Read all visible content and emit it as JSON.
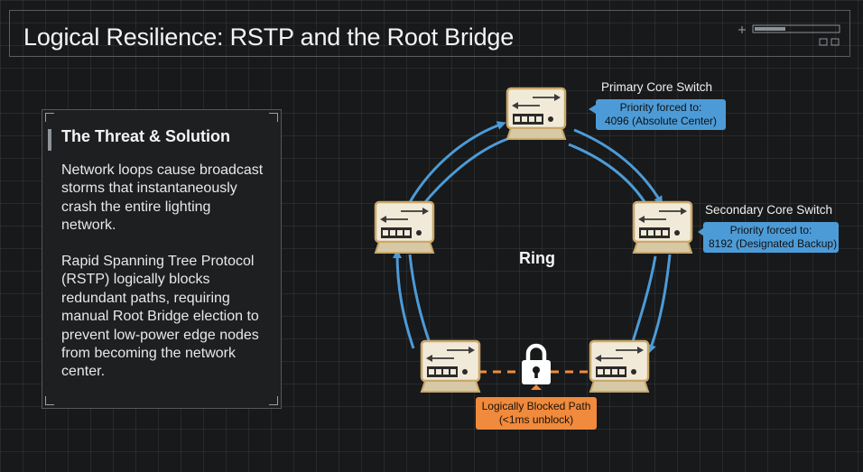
{
  "title": "Logical Resilience: RSTP and the Root Bridge",
  "panel": {
    "heading": "The Threat & Solution",
    "paragraph1": "Network loops cause broadcast storms that instantaneously crash the entire lighting network.",
    "paragraph2": "Rapid Spanning Tree Protocol (RSTP) logically blocks redundant paths, requiring manual Root Bridge election to prevent low-power edge nodes from becoming the network center."
  },
  "diagram": {
    "center_label": "Ring",
    "primary": {
      "name": "Primary Core Switch",
      "callout_line1": "Priority forced to:",
      "callout_line2": "4096 (Absolute Center)"
    },
    "secondary": {
      "name": "Secondary Core Switch",
      "callout_line1": "Priority forced to:",
      "callout_line2": "8192 (Designated Backup)"
    },
    "blocked": {
      "line1": "Logically Blocked Path",
      "line2": "(<1ms unblock)"
    },
    "icons": [
      "switch-icon",
      "lock-icon",
      "arrow-icon"
    ],
    "colors": {
      "link": "#4d9bd6",
      "blocked": "#f08a3c",
      "switch_border": "#c9a86a",
      "switch_fill": "#f2ead8"
    }
  }
}
